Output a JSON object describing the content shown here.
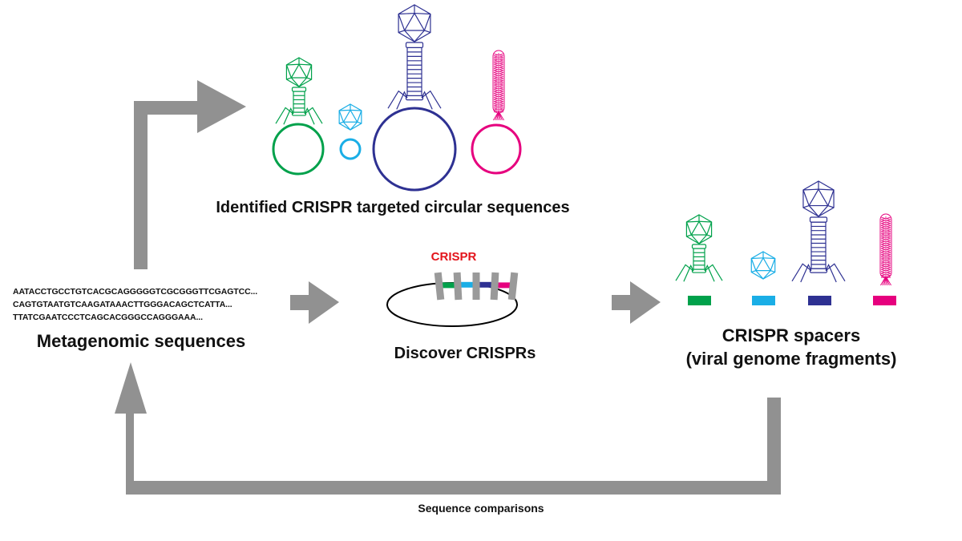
{
  "colors": {
    "arrow": "#919191",
    "green": "#00a14b",
    "cyan": "#1aaee6",
    "navy": "#2e3192",
    "magenta": "#e6007e",
    "crispr_label": "#e3141b",
    "repeat": "#9a9a9a",
    "text": "#111111"
  },
  "metagenomic": {
    "sequences": [
      "AATACCTGCCTGTCACGCAGGGGGTCGCGGGTTCGAGTCC...",
      "CAGTGTAATGTCAAGATAAACTTGGGACAGCTCATTA...",
      "TTATCGAATCCCTCAGCACGGGCCAGGGAAA..."
    ],
    "label": "Metagenomic sequences"
  },
  "circular": {
    "label": "Identified CRISPR targeted circular sequences",
    "items": [
      {
        "name": "green-phage",
        "color": "green",
        "type": "tailed"
      },
      {
        "name": "cyan-virus",
        "color": "cyan",
        "type": "capsid"
      },
      {
        "name": "navy-phage",
        "color": "navy",
        "type": "tailed"
      },
      {
        "name": "magenta-filamentous",
        "color": "magenta",
        "type": "filament"
      }
    ]
  },
  "discover": {
    "crispr_label": "CRISPR",
    "label": "Discover CRISPRs",
    "spacer_colors": [
      "green",
      "cyan",
      "navy",
      "magenta"
    ]
  },
  "spacers": {
    "label_line1": "CRISPR spacers",
    "label_line2": "(viral genome fragments)",
    "colors": [
      "green",
      "cyan",
      "navy",
      "magenta"
    ]
  },
  "feedback": {
    "label": "Sequence comparisons"
  }
}
